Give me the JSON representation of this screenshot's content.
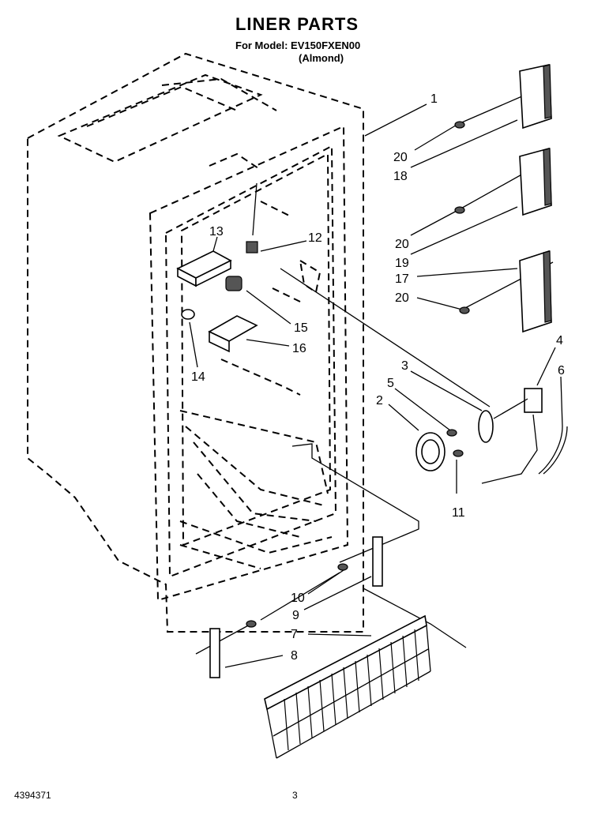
{
  "header": {
    "title": "LINER PARTS",
    "model_line": "For Model: EV150FXEN00",
    "color_line": "(Almond)"
  },
  "footer": {
    "doc_number": "4394371",
    "page_number": "3"
  },
  "callouts": [
    "1",
    "2",
    "3",
    "4",
    "5",
    "6",
    "7",
    "8",
    "9",
    "10",
    "11",
    "12",
    "13",
    "14",
    "15",
    "16",
    "17",
    "18",
    "19",
    "20",
    "20",
    "20"
  ]
}
